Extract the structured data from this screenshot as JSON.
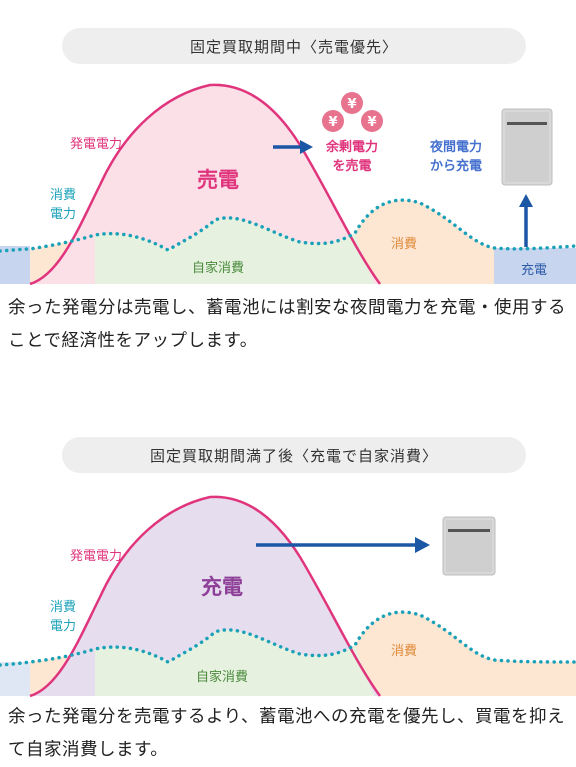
{
  "section1": {
    "title": "固定買取期間中〈売電優先〉",
    "gen_label": "発電電力",
    "cons_label_1": "消費",
    "cons_label_2": "電力",
    "main_label": "売電",
    "self_label": "自家消費",
    "night_cons_label": "消費",
    "charge_label": "充電",
    "surplus_line1": "余剰電力",
    "surplus_line2": "を売電",
    "night_line1": "夜間電力",
    "night_line2": "から充電",
    "coin_symbol": "¥",
    "description": "余った発電分は売電し、蓄電池には割安な夜間電力を充電・使用することで経済性をアップします。"
  },
  "section2": {
    "title": "固定買取期間満了後〈充電で自家消費〉",
    "gen_label": "発電電力",
    "cons_label_1": "消費",
    "cons_label_2": "電力",
    "main_label": "充電",
    "self_label": "自家消費",
    "night_cons_label": "消費",
    "description": "余った発電分を売電するより、蓄電池への充電を優先し、買電を抑えて自家消費します。"
  },
  "colors": {
    "generation_line": "#e0357d",
    "consumption_dots": "#1aa1b8",
    "sell_fill": "#fbe0e8",
    "charge_fill": "#e6ddef",
    "self_consumption_fill": "#e6f1df",
    "night_consumption_fill": "#fde6d2",
    "night_charge_fill": "#c7d6ee",
    "arrow": "#1b57a5",
    "coin": "#e8738f",
    "moon": "#4671cf"
  },
  "icons": [
    "yen-coin-icon",
    "moon-icon",
    "battery-unit-icon",
    "right-arrow-icon",
    "up-arrow-icon"
  ]
}
